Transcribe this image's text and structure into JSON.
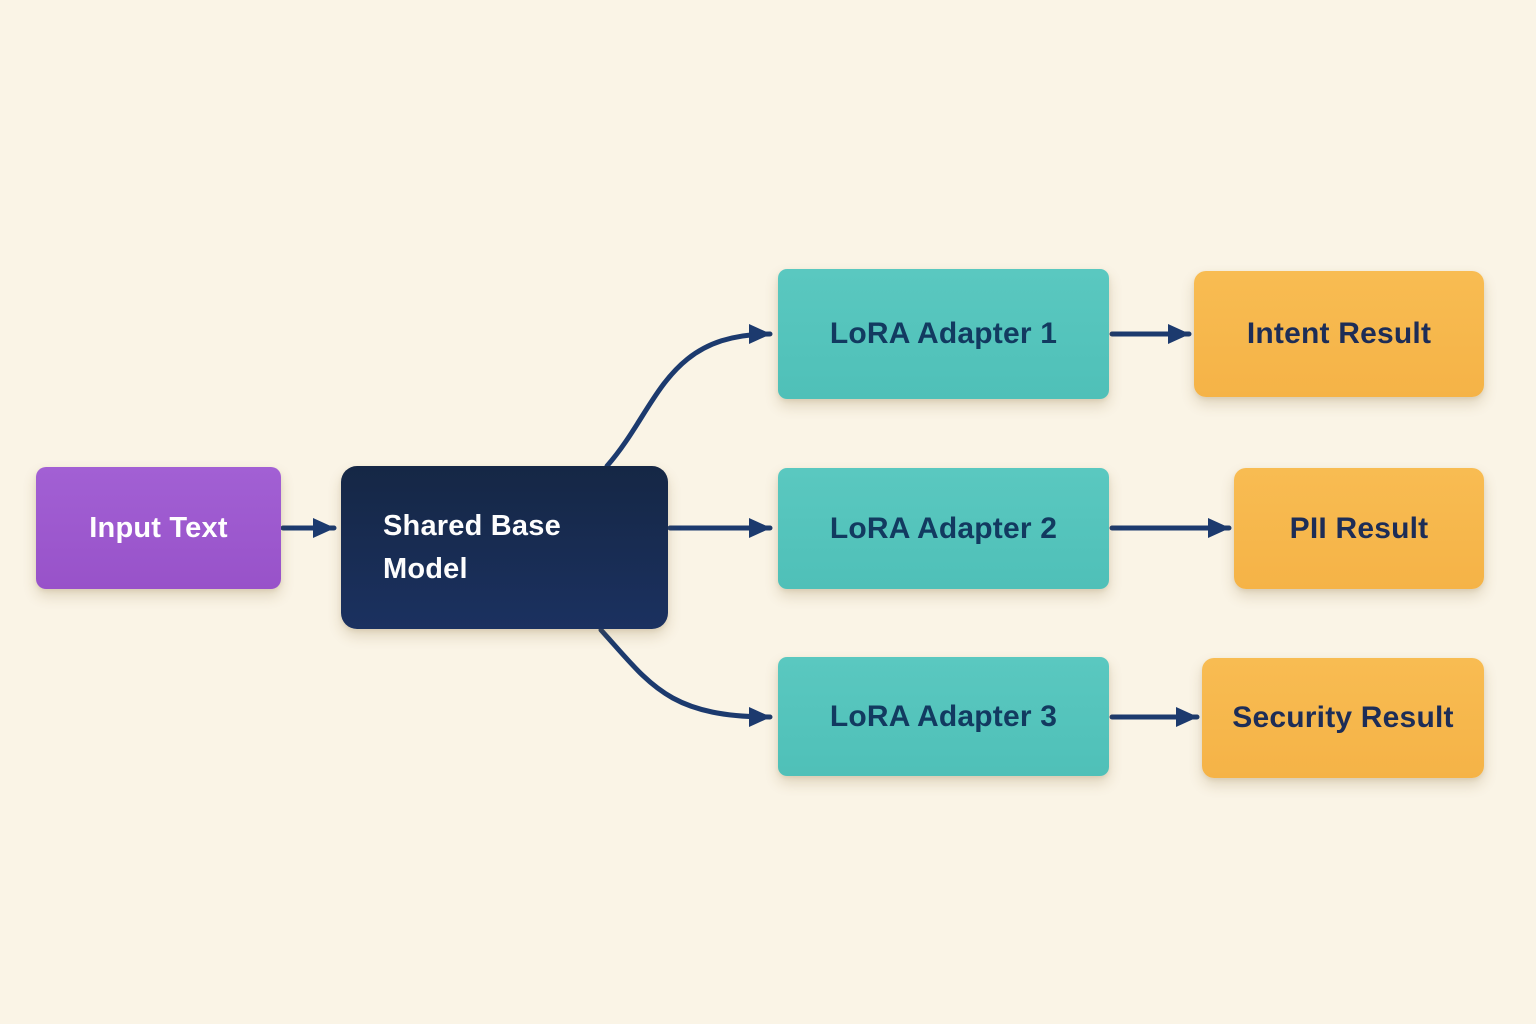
{
  "diagram": {
    "type": "flowchart",
    "background_color": "#faf4e6",
    "connector_color": "#1c3a6e",
    "nodes": {
      "input": {
        "label": "Input Text",
        "color": "#9e58cf",
        "text_color": "#ffffff",
        "shape": "rounded-rect"
      },
      "base": {
        "label": "Shared Base Model",
        "color": "#16294e",
        "text_color": "#fdfdfd",
        "shape": "rounded-rect"
      },
      "adapter1": {
        "label": "LoRA Adapter 1",
        "color": "#55c5bd",
        "text_color": "#123a60",
        "shape": "rounded-rect"
      },
      "adapter2": {
        "label": "LoRA Adapter 2",
        "color": "#55c5bd",
        "text_color": "#123a60",
        "shape": "rounded-rect"
      },
      "adapter3": {
        "label": "LoRA Adapter 3",
        "color": "#55c5bd",
        "text_color": "#123a60",
        "shape": "rounded-rect"
      },
      "intent": {
        "label": "Intent Result",
        "color": "#f7b94e",
        "text_color": "#1d2d57",
        "shape": "rounded-rect"
      },
      "pii": {
        "label": "PII Result",
        "color": "#f7b94e",
        "text_color": "#1d2d57",
        "shape": "rounded-rect"
      },
      "security": {
        "label": "Security Result",
        "color": "#f7b94e",
        "text_color": "#1d2d57",
        "shape": "rounded-rect"
      }
    },
    "edges": [
      {
        "from": "input",
        "to": "base",
        "style": "straight-arrow"
      },
      {
        "from": "base",
        "to": "adapter1",
        "style": "curved-arrow"
      },
      {
        "from": "base",
        "to": "adapter2",
        "style": "straight-arrow"
      },
      {
        "from": "base",
        "to": "adapter3",
        "style": "curved-arrow"
      },
      {
        "from": "adapter1",
        "to": "intent",
        "style": "straight-arrow"
      },
      {
        "from": "adapter2",
        "to": "pii",
        "style": "straight-arrow"
      },
      {
        "from": "adapter3",
        "to": "security",
        "style": "straight-arrow"
      }
    ]
  }
}
